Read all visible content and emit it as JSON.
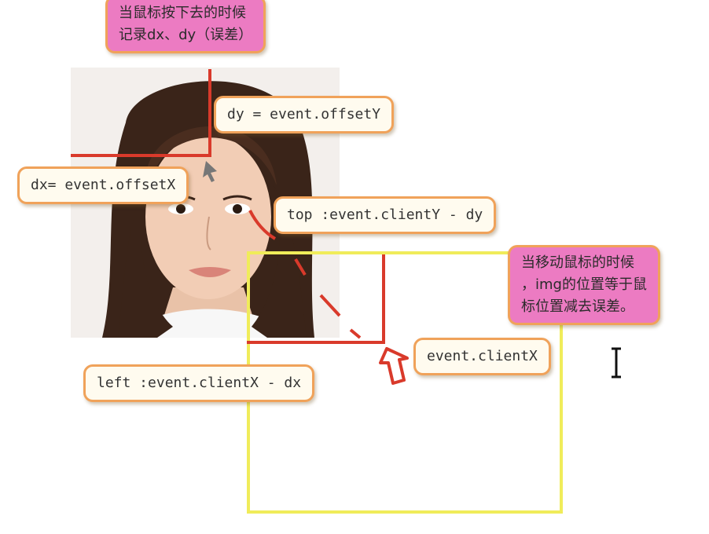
{
  "photo": {
    "description_icon": "portrait-photo"
  },
  "notes": {
    "mousedown": {
      "line1": "当鼠标按下去的时候",
      "line2": "记录dx、dy（误差）"
    },
    "dy": "dy = event.offsetY",
    "dx": "dx= event.offsetX",
    "top": "top :event.clientY - dy",
    "mousemove": {
      "line1": "当移动鼠标的时候",
      "line2": "，img的位置等于鼠",
      "line3": "标位置减去误差。"
    },
    "clientx": "event.clientX",
    "left": "left :event.clientX - dx"
  },
  "colors": {
    "red_line": "#d93a2b",
    "yellow_box": "#f0ec5a",
    "note_border": "#f0a25a",
    "pink_note": "#ec7bc2",
    "code_note": "#fffbef"
  },
  "icons": {
    "cursor": "text-cursor-icon",
    "arrow": "mouse-pointer-icon"
  }
}
